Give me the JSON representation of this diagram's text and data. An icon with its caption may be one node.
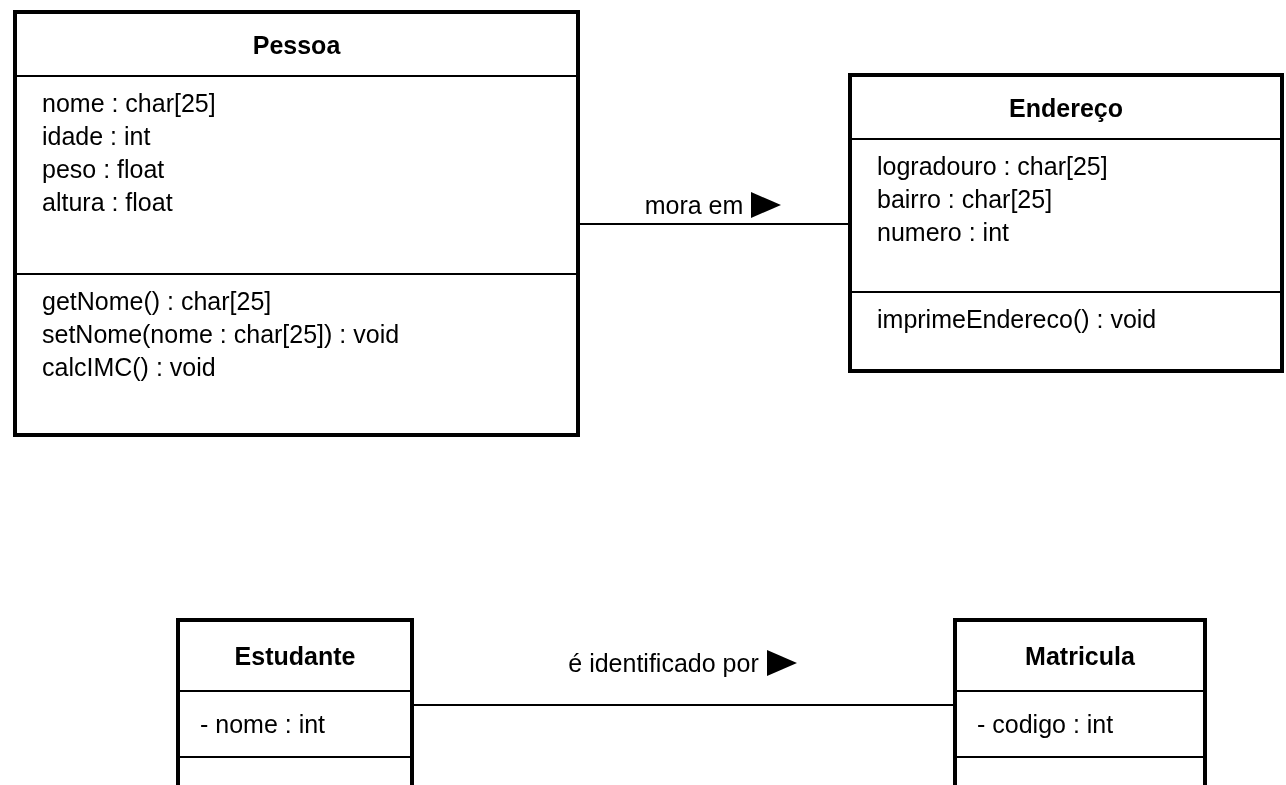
{
  "diagram": {
    "nodes": [
      {
        "text": [
          "Pessoa"
        ]
      },
      {
        "text": [
          "nome : char[25]",
          "idade : int",
          "peso : float",
          "altura : float"
        ],
        "in": 0
      },
      {
        "text": [
          "getNome() : char[25]",
          "setNome(nome : char[25]) : void",
          "calcIMC() : void"
        ],
        "in": 0
      },
      {
        "text": [
          "Endereço"
        ]
      },
      {
        "text": [
          "logradouro : char[25]",
          "bairro : char[25]",
          "numero : int"
        ],
        "in": 3
      },
      {
        "text": [
          "imprimeEndereco() : void"
        ],
        "in": 3
      },
      {
        "text": [
          "Estudante"
        ]
      },
      {
        "text": [
          "- nome : int"
        ],
        "in": 6
      },
      {
        "text": [],
        "shape": "box",
        "in": 6
      },
      {
        "text": [
          "Matricula"
        ]
      },
      {
        "text": [
          "- codigo : int"
        ],
        "in": 9
      },
      {
        "text": [],
        "shape": "box",
        "in": 9
      }
    ],
    "edges": [
      {
        "from": 0,
        "to": 3,
        "arrow": "none",
        "label": "mora em"
      },
      {
        "from": 6,
        "to": 9,
        "arrow": "none",
        "label": "é identificado por"
      }
    ]
  }
}
